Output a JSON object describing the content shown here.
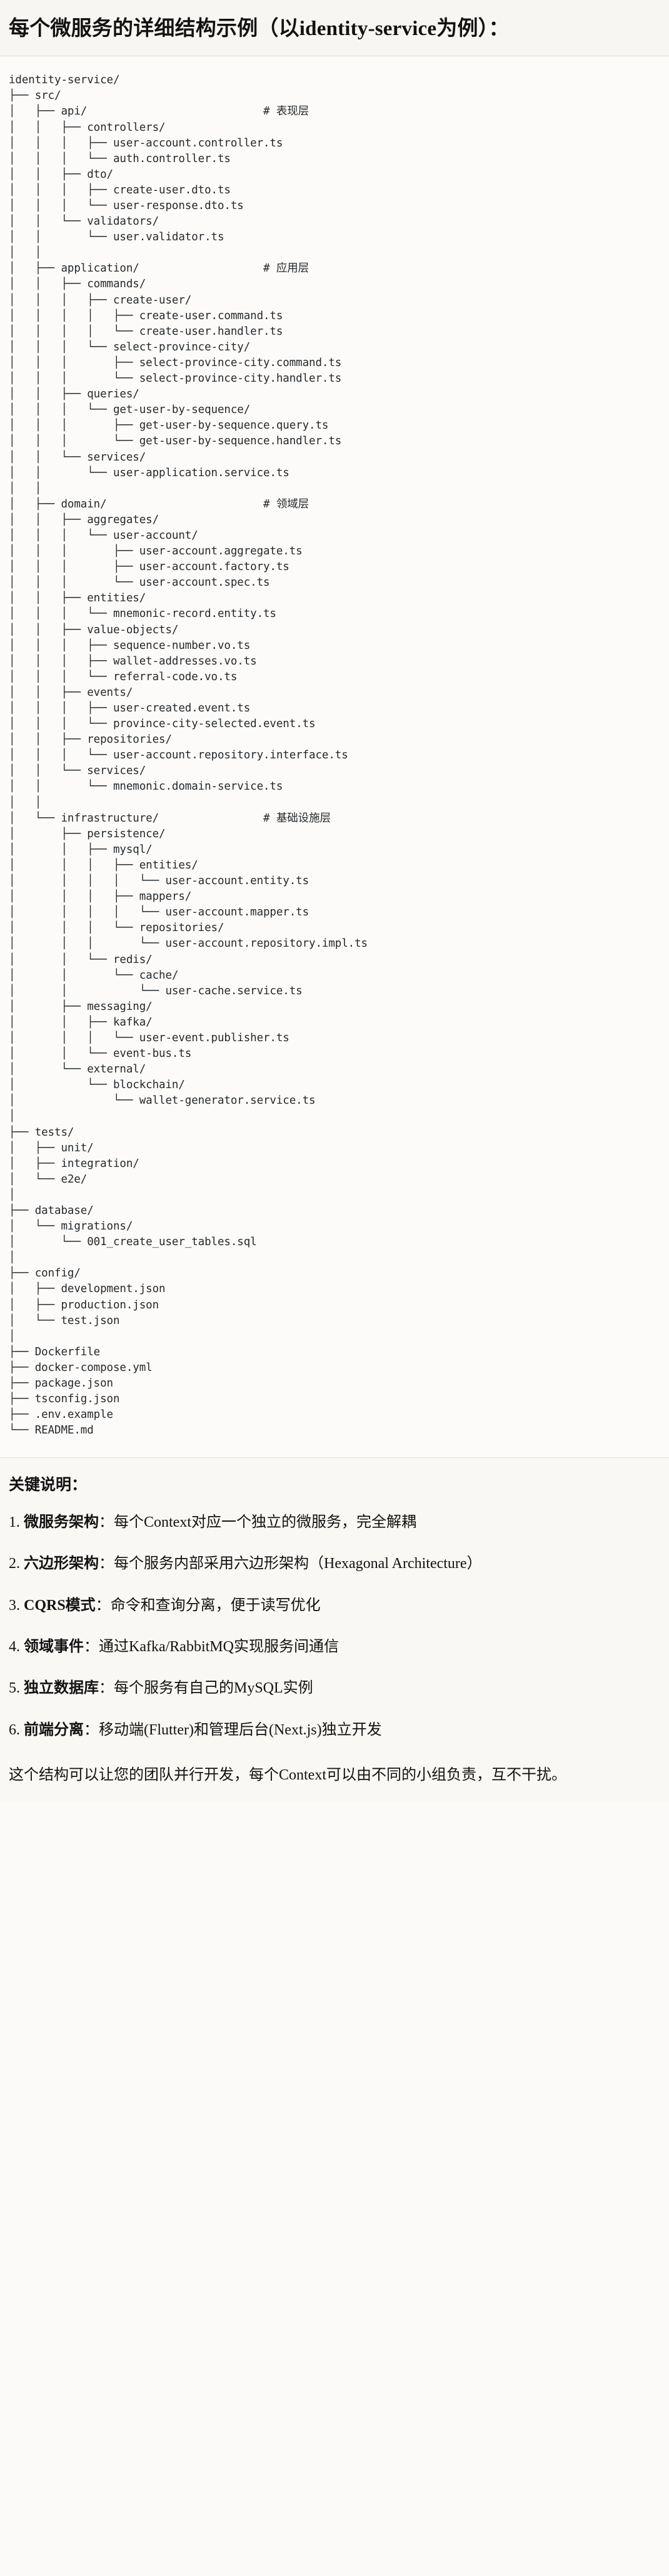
{
  "heading": {
    "text": "每个微服务的详细结构示例（以identity-service为例）："
  },
  "code_block": {
    "language": "text",
    "tree": "identity-service/\n├── src/\n│   ├── api/                           # 表现层\n│   │   ├── controllers/\n│   │   │   ├── user-account.controller.ts\n│   │   │   └── auth.controller.ts\n│   │   ├── dto/\n│   │   │   ├── create-user.dto.ts\n│   │   │   └── user-response.dto.ts\n│   │   └── validators/\n│   │       └── user.validator.ts\n│   │\n│   ├── application/                   # 应用层\n│   │   ├── commands/\n│   │   │   ├── create-user/\n│   │   │   │   ├── create-user.command.ts\n│   │   │   │   └── create-user.handler.ts\n│   │   │   └── select-province-city/\n│   │   │       ├── select-province-city.command.ts\n│   │   │       └── select-province-city.handler.ts\n│   │   ├── queries/\n│   │   │   └── get-user-by-sequence/\n│   │   │       ├── get-user-by-sequence.query.ts\n│   │   │       └── get-user-by-sequence.handler.ts\n│   │   └── services/\n│   │       └── user-application.service.ts\n│   │\n│   ├── domain/                        # 领域层\n│   │   ├── aggregates/\n│   │   │   └── user-account/\n│   │   │       ├── user-account.aggregate.ts\n│   │   │       ├── user-account.factory.ts\n│   │   │       └── user-account.spec.ts\n│   │   ├── entities/\n│   │   │   └── mnemonic-record.entity.ts\n│   │   ├── value-objects/\n│   │   │   ├── sequence-number.vo.ts\n│   │   │   ├── wallet-addresses.vo.ts\n│   │   │   └── referral-code.vo.ts\n│   │   ├── events/\n│   │   │   ├── user-created.event.ts\n│   │   │   └── province-city-selected.event.ts\n│   │   ├── repositories/\n│   │   │   └── user-account.repository.interface.ts\n│   │   └── services/\n│   │       └── mnemonic.domain-service.ts\n│   │\n│   └── infrastructure/                # 基础设施层\n│       ├── persistence/\n│       │   ├── mysql/\n│       │   │   ├── entities/\n│       │   │   │   └── user-account.entity.ts\n│       │   │   ├── mappers/\n│       │   │   │   └── user-account.mapper.ts\n│       │   │   └── repositories/\n│       │   │       └── user-account.repository.impl.ts\n│       │   └── redis/\n│       │       └── cache/\n│       │           └── user-cache.service.ts\n│       ├── messaging/\n│       │   ├── kafka/\n│       │   │   └── user-event.publisher.ts\n│       │   └── event-bus.ts\n│       └── external/\n│           └── blockchain/\n│               └── wallet-generator.service.ts\n│\n├── tests/\n│   ├── unit/\n│   ├── integration/\n│   └── e2e/\n│\n├── database/\n│   └── migrations/\n│       └── 001_create_user_tables.sql\n│\n├── config/\n│   ├── development.json\n│   ├── production.json\n│   └── test.json\n│\n├── Dockerfile\n├── docker-compose.yml\n├── package.json\n├── tsconfig.json\n├── .env.example\n└── README.md"
  },
  "notes": {
    "title": "关键说明：",
    "items": [
      {
        "num": "1.",
        "term": "微服务架构",
        "sep": "：",
        "desc": "每个Context对应一个独立的微服务，完全解耦"
      },
      {
        "num": "2.",
        "term": "六边形架构",
        "sep": "：",
        "desc": "每个服务内部采用六边形架构（Hexagonal Architecture）"
      },
      {
        "num": "3.",
        "term": "CQRS模式",
        "sep": "：",
        "desc": "命令和查询分离，便于读写优化"
      },
      {
        "num": "4.",
        "term": "领域事件",
        "sep": "：",
        "desc": "通过Kafka/RabbitMQ实现服务间通信"
      },
      {
        "num": "5.",
        "term": "独立数据库",
        "sep": "：",
        "desc": "每个服务有自己的MySQL实例"
      },
      {
        "num": "6.",
        "term": "前端分离",
        "sep": "：",
        "desc": "移动端(Flutter)和管理后台(Next.js)独立开发"
      }
    ],
    "closing": "这个结构可以让您的团队并行开发，每个Context可以由不同的小组负责，互不干扰。"
  },
  "colors": {
    "page_background": "#fbfaf8",
    "heading_background": "#f8f6f2",
    "code_background": "#fcfbf9",
    "notes_background": "#faf8f5",
    "divider": "#e4e1da",
    "text": "#121212",
    "code_text": "#25282c"
  }
}
